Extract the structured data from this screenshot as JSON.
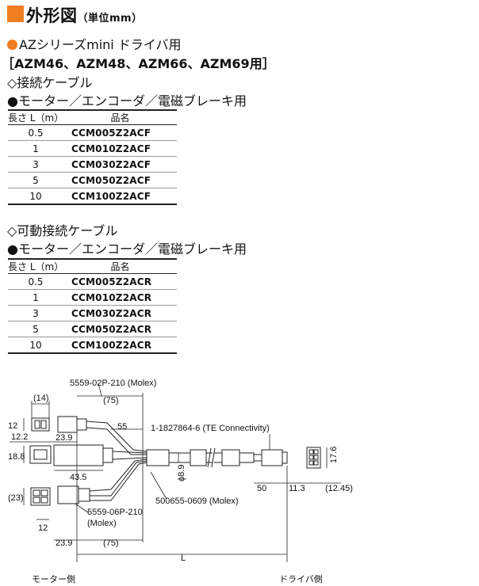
{
  "header": {
    "title": "外形図",
    "unit": "（単位mm）"
  },
  "section": {
    "series_title": "AZシリーズmini ドライバ用",
    "models": "［AZM46、AZM48、AZM66、AZM69用］",
    "cable1_title": "◇接続ケーブル",
    "cable1_sub": "●モーター／エンコーダ／電磁ブレーキ用",
    "cable2_title": "◇可動接続ケーブル",
    "cable2_sub": "●モーター／エンコーダ／電磁ブレーキ用"
  },
  "table1": {
    "headers": [
      "長さ L（m）",
      "品名"
    ],
    "rows": [
      [
        "0.5",
        "CCM005Z2ACF"
      ],
      [
        "1",
        "CCM010Z2ACF"
      ],
      [
        "3",
        "CCM030Z2ACF"
      ],
      [
        "5",
        "CCM050Z2ACF"
      ],
      [
        "10",
        "CCM100Z2ACF"
      ]
    ]
  },
  "table2": {
    "headers": [
      "長さ L（m）",
      "品名"
    ],
    "rows": [
      [
        "0.5",
        "CCM005Z2ACR"
      ],
      [
        "1",
        "CCM010Z2ACR"
      ],
      [
        "3",
        "CCM030Z2ACR"
      ],
      [
        "5",
        "CCM050Z2ACR"
      ],
      [
        "10",
        "CCM100Z2ACR"
      ]
    ]
  },
  "drawing": {
    "conn1": "5559-02P-210 (Molex)",
    "conn2": "1-1827864-6 (TE Connectivity)",
    "conn3": "500655-0609 (Molex)",
    "conn4_a": "5559-06P-210",
    "conn4_b": "(Molex)",
    "d14": "(14)",
    "d12a": "12",
    "d12_2": "12.2",
    "d23_9a": "23.9",
    "d75a": "(75)",
    "d55": "55",
    "d18_8": "18.8",
    "d43_5": "43.5",
    "d8_9": "ϕ8.9",
    "d50": "50",
    "d11_3": "11.3",
    "d12_45": "(12.45)",
    "d17_6": "17.6",
    "d23": "(23)",
    "d12b": "12",
    "d23_9b": "23.9",
    "d75b": "(75)",
    "dL": "L",
    "motor_side": "モーター側",
    "driver_side": "ドライバ側"
  },
  "colors": {
    "accent": "#ef7d22"
  }
}
